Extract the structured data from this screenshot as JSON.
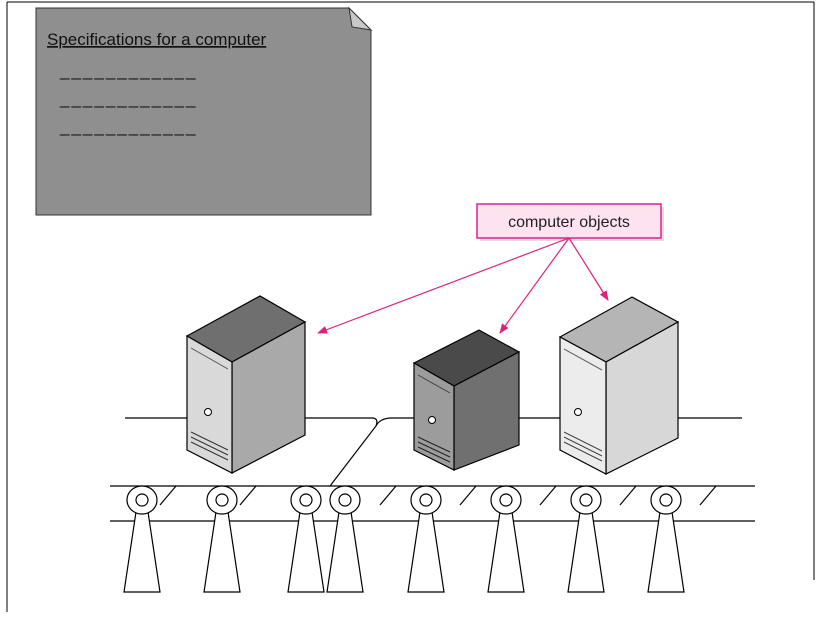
{
  "spec_note": {
    "title": "Specifications for a computer",
    "placeholder_lines": [
      "____________",
      "____________",
      "____________"
    ],
    "fill_color": "#8f8f8f"
  },
  "callout": {
    "label": "computer objects",
    "border_color": "#e0208a",
    "fill_color": "#fde3f0",
    "arrow_color": "#e0207a"
  },
  "computers": [
    {
      "name": "computer-object-1",
      "tone": "medium-gray"
    },
    {
      "name": "computer-object-2",
      "tone": "dark-gray"
    },
    {
      "name": "computer-object-3",
      "tone": "light-gray"
    }
  ],
  "conveyor": {
    "roller_count": 8,
    "stand_count": 8
  }
}
